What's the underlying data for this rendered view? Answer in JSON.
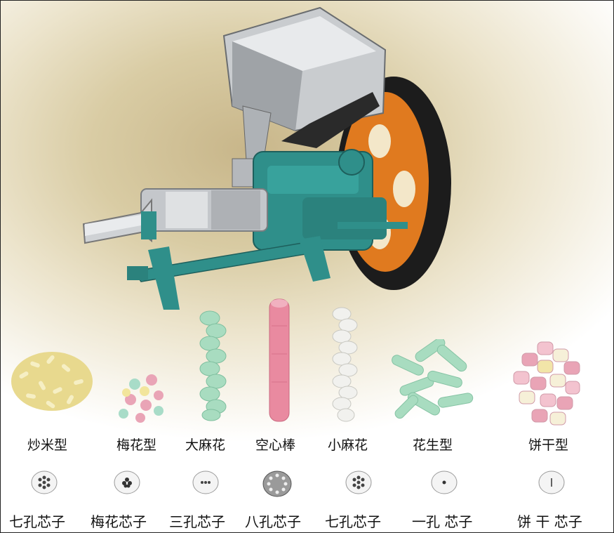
{
  "products": [
    {
      "label": "炒米型"
    },
    {
      "label": "梅花型"
    },
    {
      "label": "大麻花"
    },
    {
      "label": "空心棒"
    },
    {
      "label": "小麻花"
    },
    {
      "label": "花生型"
    },
    {
      "label": "饼干型"
    }
  ],
  "dies": [
    {
      "label": "七孔芯子"
    },
    {
      "label": "梅花芯子"
    },
    {
      "label": "三孔芯子"
    },
    {
      "label": "八孔芯子"
    },
    {
      "label": "七孔芯子"
    },
    {
      "label": "一孔 芯子"
    },
    {
      "label": "饼 干 芯子"
    }
  ],
  "colors": {
    "machine_body": "#2f8f8a",
    "flywheel": "#e07a1f",
    "belt": "#1a1a1a",
    "steel": "#b9bcc0",
    "hollow_stick": "#e98aa0",
    "twist_green": "#a8dcc0",
    "twist_white": "#f1f1ee",
    "rice_puff": "#efe3a2"
  }
}
